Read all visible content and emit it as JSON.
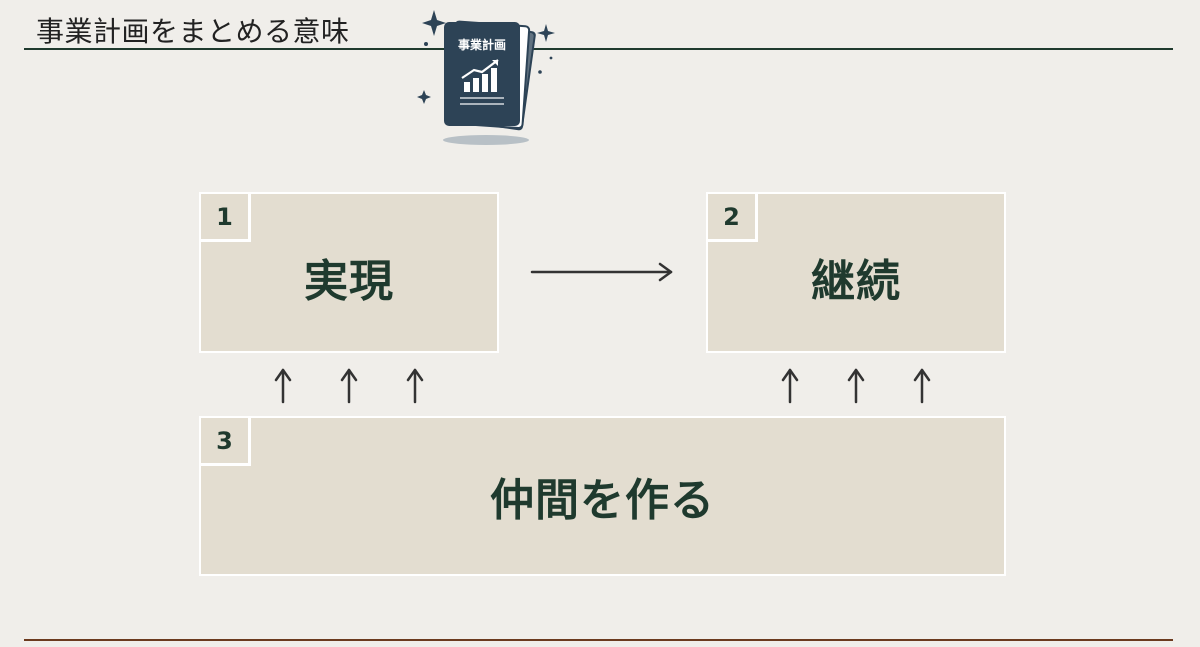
{
  "slide": {
    "title": "事業計画をまとめる意味"
  },
  "illustration": {
    "book_label": "事業計画",
    "icon": "business-plan-book-icon",
    "colors": {
      "book": "#2d4356",
      "sparkle": "#2d4356",
      "shadow": "#b8c0c6"
    }
  },
  "boxes": [
    {
      "number": "1",
      "label": "実現"
    },
    {
      "number": "2",
      "label": "継続"
    },
    {
      "number": "3",
      "label": "仲間を作る"
    }
  ],
  "connectors": {
    "horizontal_arrow": "box-1-to-box-2",
    "upward_arrows_under_box_1": 3,
    "upward_arrows_under_box_2": 3
  },
  "colors": {
    "background": "#f0eeea",
    "box_fill": "#e3ddd0",
    "box_border": "#ffffff",
    "text_dark_green": "#1f3a2e",
    "top_rule": "#1f3a2e",
    "bottom_rule": "#6b3a1e",
    "arrow": "#333333"
  }
}
